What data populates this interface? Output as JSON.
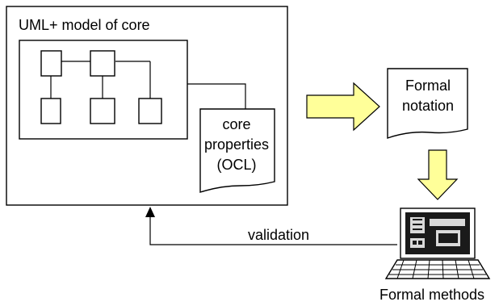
{
  "diagram": {
    "model_box": {
      "title": "UML+ model of core",
      "properties_note": [
        "core",
        "properties",
        "(OCL)"
      ]
    },
    "formal_doc": [
      "Formal",
      "notation"
    ],
    "feedback_label": "validation",
    "computer_caption": "Formal methods",
    "colors": {
      "stroke": "#000000",
      "arrow_fill": "#ffff99",
      "background": "#ffffff",
      "screen_dark": "#1a1a1a",
      "screen_light": "#d9d9d9"
    },
    "icons": [
      "arrow-right-icon",
      "arrow-down-icon",
      "computer-icon",
      "arrowhead-up-icon"
    ]
  }
}
